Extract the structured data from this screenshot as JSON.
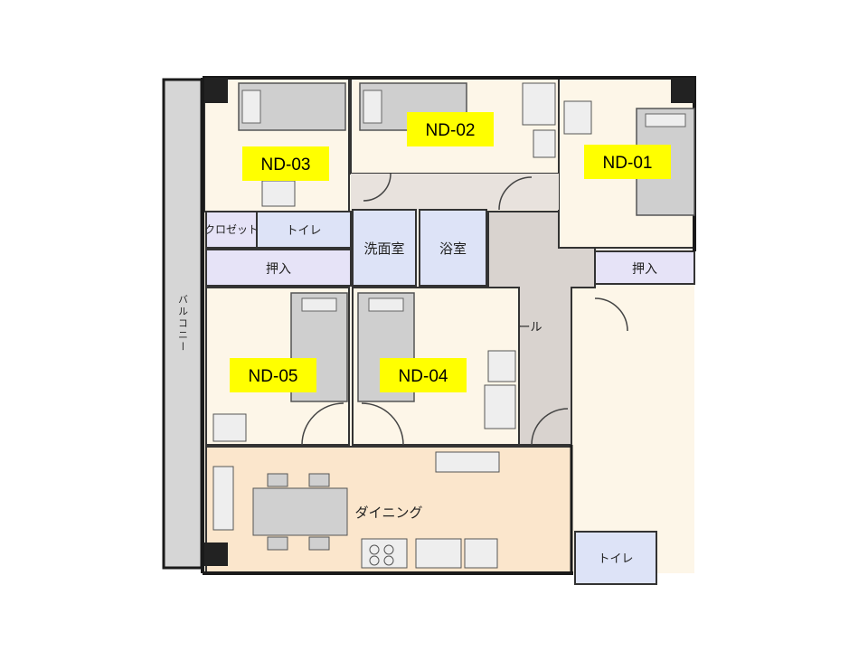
{
  "colors": {
    "room_cream": "#fdf6e8",
    "dining": "#fbe6cc",
    "utility_blue": "#dde3f7",
    "closet_purple": "#e6e3f7",
    "hall_gray": "#d9d3cf",
    "balcony_gray": "#d6d6d6",
    "furniture_gray": "#cfcfcf",
    "wall": "#1a1a1a",
    "tag_yellow": "#ffff00"
  },
  "rooms": {
    "balcony": "バルコニー",
    "closet": "クロゼット",
    "toilet_upper": "トイレ",
    "washroom": "洗面室",
    "bathroom": "浴室",
    "storage_left": "押入",
    "storage_right": "押入",
    "hall": "ホール",
    "dining": "ダイニング",
    "toilet_lower": "トイレ"
  },
  "tags": {
    "nd01": "ND-01",
    "nd02": "ND-02",
    "nd03": "ND-03",
    "nd04": "ND-04",
    "nd05": "ND-05"
  }
}
